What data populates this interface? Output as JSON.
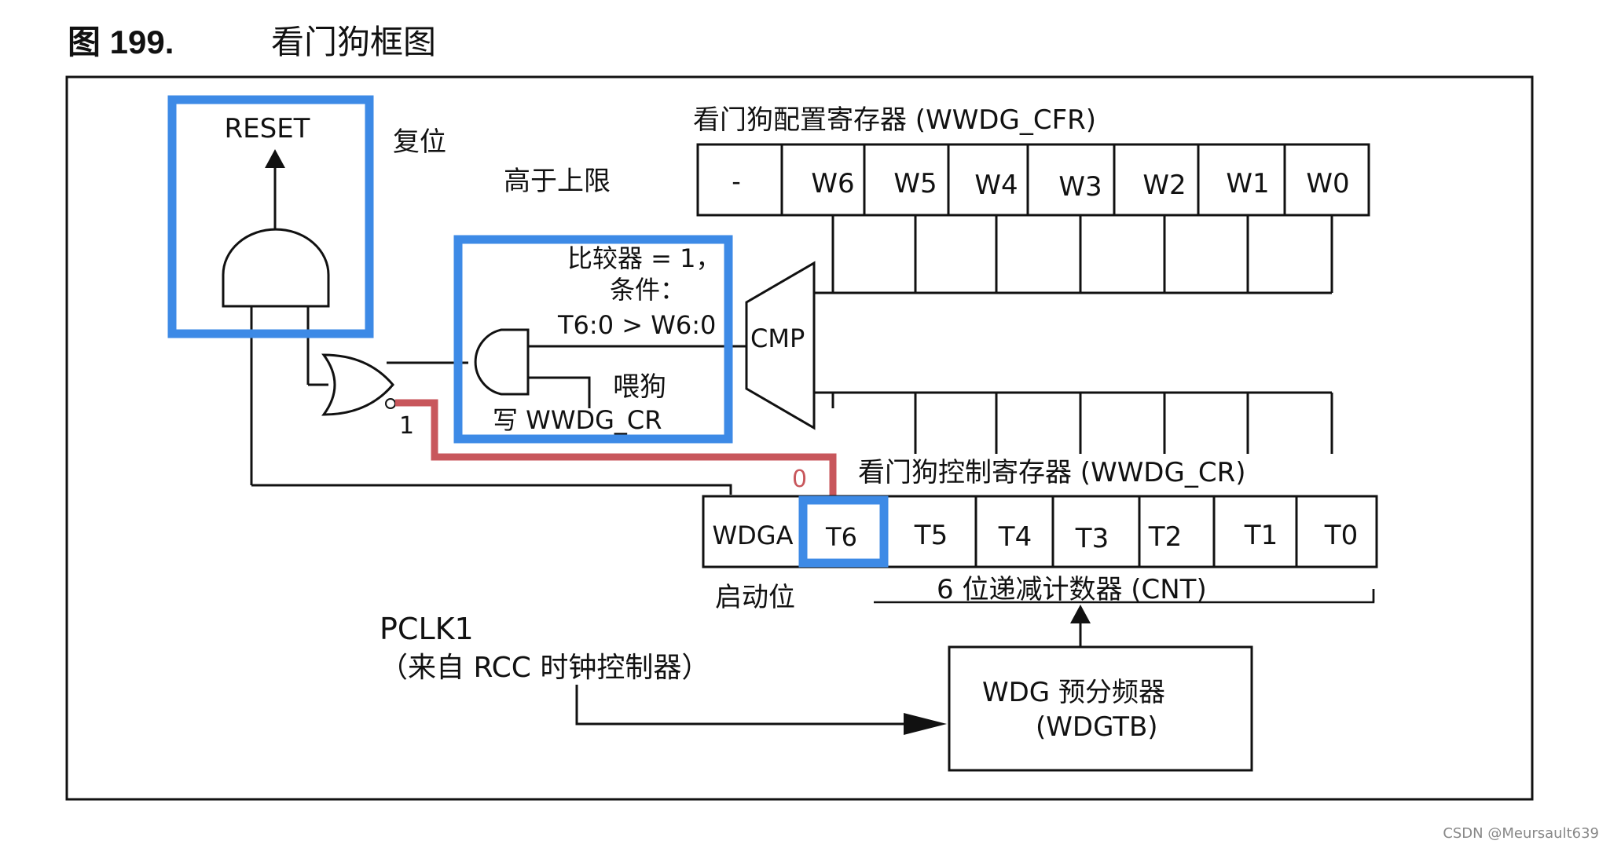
{
  "figure": {
    "label": "图 199.",
    "title": "看门狗框图"
  },
  "reset_block": {
    "label": "RESET",
    "side_label": "复位"
  },
  "upper_limit_label": "高于上限",
  "cfr_register": {
    "title": "看门狗配置寄存器 (WWDG_CFR)",
    "bits": [
      "-",
      "W6",
      "W5",
      "W4",
      "W3",
      "W2",
      "W1",
      "W0"
    ]
  },
  "comparator_block": {
    "condition_line1": "比较器 = 1，",
    "condition_line2": "条件：",
    "condition_line3": "T6:0 > W6:0",
    "feed_label": "喂狗",
    "write_label": "写 WWDG_CR",
    "cmp_label": "CMP"
  },
  "or_gate": {
    "input_value_1": "1",
    "input_value_0": "0"
  },
  "cr_register": {
    "title": "看门狗控制寄存器 (WWDG_CR)",
    "bits": [
      "WDGA",
      "T6",
      "T5",
      "T4",
      "T3",
      "T2",
      "T1",
      "T0"
    ],
    "enable_label": "启动位",
    "counter_label": "6 位递减计数器 (CNT)"
  },
  "clock": {
    "name": "PCLK1",
    "source": "（来自 RCC 时钟控制器）"
  },
  "prescaler": {
    "line1": "WDG 预分频器",
    "line2": "(WDGTB)"
  },
  "watermark": "CSDN @Meursault639",
  "colors": {
    "highlight_blue": "#3d8ae6",
    "path_red": "#c8575c",
    "line": "#111111"
  }
}
